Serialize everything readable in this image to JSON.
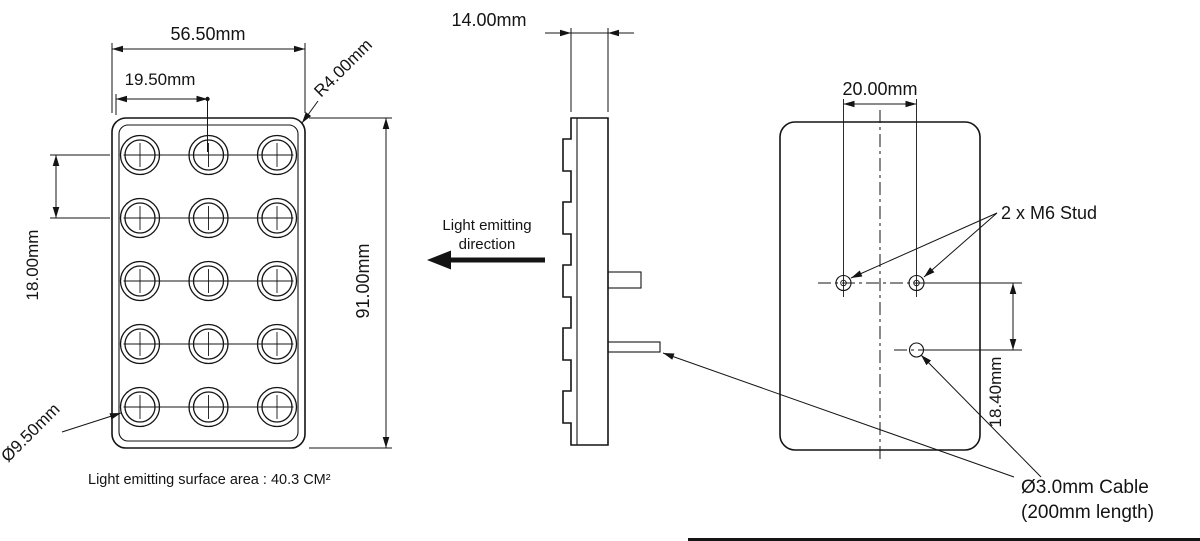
{
  "front_view": {
    "dim_width": "56.50mm",
    "dim_pitch_x": "19.50mm",
    "dim_corner_radius": "R4.00mm",
    "dim_pitch_y": "18.00mm",
    "dim_height": "91.00mm",
    "dim_led_diameter": "Ø9.50mm",
    "surface_note": "Light emitting surface area : 40.3 CM²"
  },
  "side_view": {
    "dim_depth": "14.00mm",
    "direction_line1": "Light emitting",
    "direction_line2": "direction"
  },
  "rear_view": {
    "dim_stud_spacing": "20.00mm",
    "stud_label": "2  x M6 Stud",
    "dim_cable_offset": "18.40mm",
    "cable_line1": "Ø3.0mm Cable",
    "cable_line2": "(200mm length)"
  }
}
